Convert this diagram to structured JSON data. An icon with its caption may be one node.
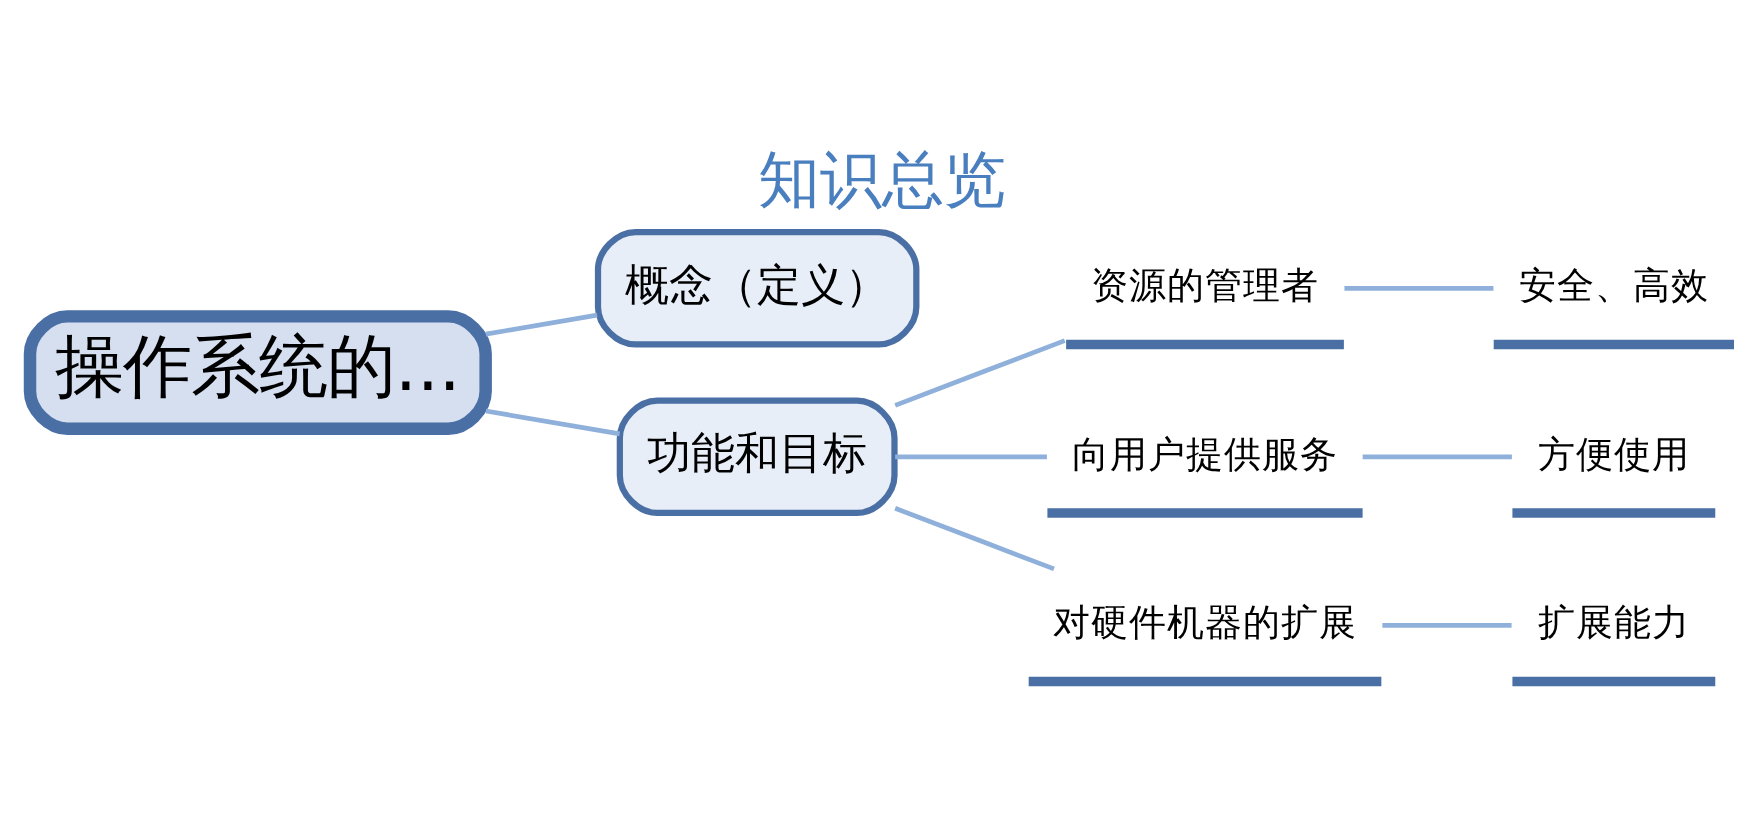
{
  "diagram": {
    "title": "知识总览",
    "nodes": [
      {
        "text": [
          "操作系统的..."
        ]
      },
      {
        "text": [
          "概念（定义）"
        ]
      },
      {
        "text": [
          "功能和目标"
        ]
      },
      {
        "text": [
          "资源的管理者"
        ]
      },
      {
        "text": [
          "安全、高效"
        ]
      },
      {
        "text": [
          "向用户提供服务"
        ]
      },
      {
        "text": [
          "方便使用"
        ]
      },
      {
        "text": [
          "对硬件机器的扩展"
        ]
      },
      {
        "text": [
          "扩展能力"
        ]
      }
    ],
    "edges": [
      {
        "from": 0,
        "to": 1,
        "arrow": "none"
      },
      {
        "from": 0,
        "to": 2,
        "arrow": "none"
      },
      {
        "from": 2,
        "to": 3,
        "arrow": "none"
      },
      {
        "from": 2,
        "to": 5,
        "arrow": "none"
      },
      {
        "from": 2,
        "to": 7,
        "arrow": "none"
      },
      {
        "from": 3,
        "to": 4,
        "arrow": "none"
      },
      {
        "from": 5,
        "to": 6,
        "arrow": "none"
      },
      {
        "from": 7,
        "to": 8,
        "arrow": "none"
      }
    ]
  }
}
